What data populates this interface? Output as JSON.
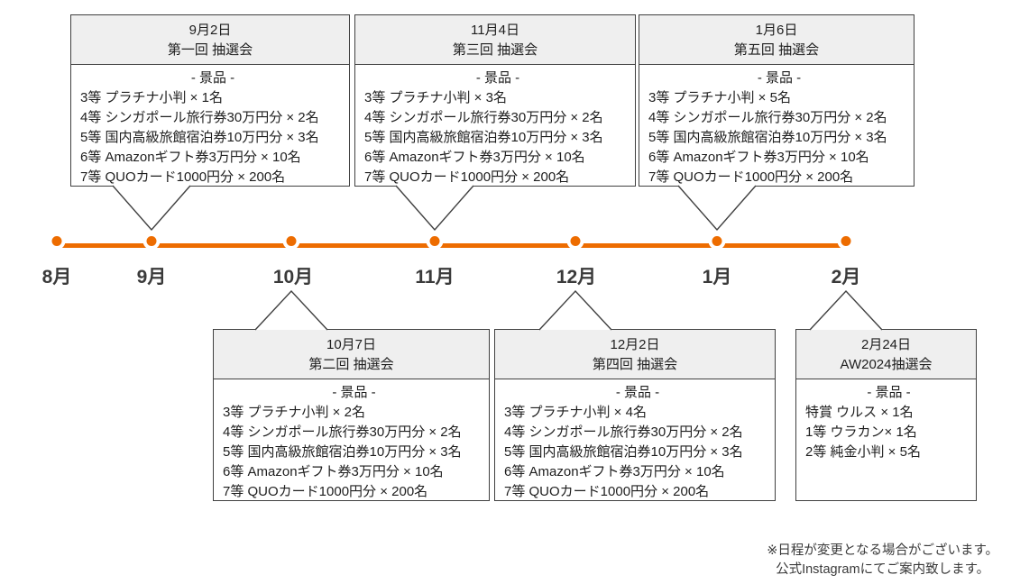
{
  "colors": {
    "accent": "#ED6C00",
    "border": "#404040",
    "header_bg": "#EFEFEF",
    "text": "#1E1E1E",
    "muted": "#3A3A3A"
  },
  "timeline": {
    "months": [
      "8月",
      "9月",
      "10月",
      "11月",
      "12月",
      "1月",
      "2月"
    ]
  },
  "events": [
    {
      "date": "9月2日",
      "name": "第一回 抽選会",
      "prize_header": "- 景品 -",
      "prizes": [
        "3等 プラチナ小判 × 1名",
        "4等 シンガポール旅行券30万円分 × 2名",
        "5等 国内高級旅館宿泊券10万円分 × 3名",
        "6等 Amazonギフト券3万円分 × 10名",
        "7等 QUOカード1000円分 × 200名"
      ]
    },
    {
      "date": "11月4日",
      "name": "第三回 抽選会",
      "prize_header": "- 景品 -",
      "prizes": [
        "3等 プラチナ小判 × 3名",
        "4等 シンガポール旅行券30万円分 × 2名",
        "5等 国内高級旅館宿泊券10万円分 × 3名",
        "6等 Amazonギフト券3万円分 × 10名",
        "7等 QUOカード1000円分 × 200名"
      ]
    },
    {
      "date": "1月6日",
      "name": "第五回 抽選会",
      "prize_header": "- 景品 -",
      "prizes": [
        "3等 プラチナ小判 × 5名",
        "4等 シンガポール旅行券30万円分 × 2名",
        "5等 国内高級旅館宿泊券10万円分 × 3名",
        "6等 Amazonギフト券3万円分 × 10名",
        "7等 QUOカード1000円分 × 200名"
      ]
    },
    {
      "date": "10月7日",
      "name": "第二回 抽選会",
      "prize_header": "- 景品 -",
      "prizes": [
        "3等 プラチナ小判 × 2名",
        "4等 シンガポール旅行券30万円分 × 2名",
        "5等 国内高級旅館宿泊券10万円分 × 3名",
        "6等 Amazonギフト券3万円分 × 10名",
        "7等 QUOカード1000円分 × 200名"
      ]
    },
    {
      "date": "12月2日",
      "name": "第四回 抽選会",
      "prize_header": "- 景品 -",
      "prizes": [
        "3等 プラチナ小判 × 4名",
        "4等 シンガポール旅行券30万円分 × 2名",
        "5等 国内高級旅館宿泊券10万円分 × 3名",
        "6等 Amazonギフト券3万円分 × 10名",
        "7等 QUOカード1000円分 × 200名"
      ]
    },
    {
      "date": "2月24日",
      "name": "AW2024抽選会",
      "prize_header": "- 景品 -",
      "prizes": [
        "特賞 ウルス × 1名",
        "1等 ウラカン× 1名",
        "2等 純金小判 × 5名"
      ]
    }
  ],
  "note": {
    "line1": "※日程が変更となる場合がございます。",
    "line2": "公式Instagramにてご案内致します。"
  }
}
